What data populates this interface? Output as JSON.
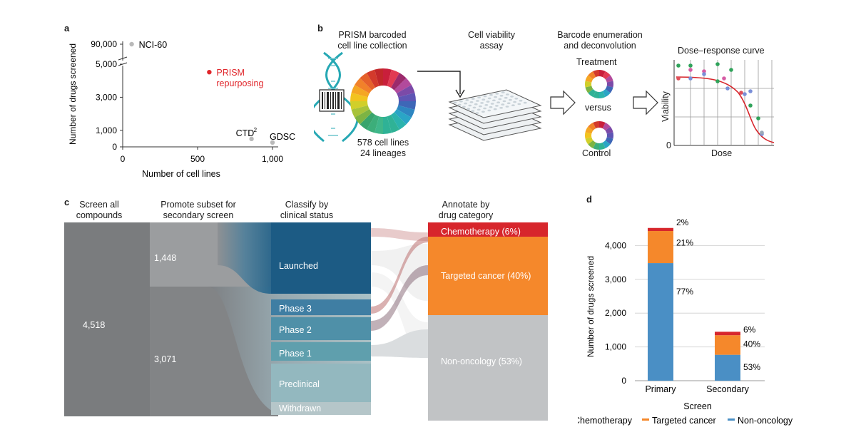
{
  "panel_a": {
    "letter": "a",
    "chart_data": {
      "type": "scatter",
      "xlabel": "Number of cell lines",
      "ylabel": "Number of drugs screened",
      "xticks": [
        "0",
        "500",
        "1,000"
      ],
      "yticks": [
        "0",
        "1,000",
        "3,000",
        "5,000",
        "90,000"
      ],
      "axis_break": "between 5,000 and 90,000",
      "points": [
        {
          "label": "NCI-60",
          "x": 60,
          "y": 90000,
          "color": "#b9b9b9"
        },
        {
          "label": "PRISM",
          "label2": "repurposing",
          "x": 578,
          "y": 4518,
          "color": "#e0262b"
        },
        {
          "label": "CTD",
          "sup": "2",
          "x": 860,
          "y": 481,
          "color": "#b9b9b9"
        },
        {
          "label": "GDSC",
          "x": 1000,
          "y": 265,
          "color": "#b9b9b9"
        }
      ]
    }
  },
  "panel_b": {
    "letter": "b",
    "step1_line1": "PRISM barcoded",
    "step1_line2": "cell line collection",
    "count_line1": "578 cell lines",
    "count_line2": "24 lineages",
    "step2_line1": "Cell viability",
    "step2_line2": "assay",
    "step3_line1": "Barcode enumeration",
    "step3_line2": "and deconvolution",
    "treatment": "Treatment",
    "versus": "versus",
    "control": "Control",
    "curve_title": "Dose–response curve",
    "curve_xlabel": "Dose",
    "curve_ylabel": "Viability",
    "curve_zero": "0"
  },
  "panel_c": {
    "letter": "c",
    "col1_line1": "Screen all",
    "col1_line2": "compounds",
    "col2_line1": "Promote subset for",
    "col2_line2": "secondary screen",
    "col3_line1": "Classify by",
    "col3_line2": "clinical status",
    "col4_line1": "Annotate by",
    "col4_line2": "drug category",
    "total": "4,518",
    "promoted": "1,448",
    "not_promoted": "3,071",
    "statuses": [
      "Launched",
      "Phase 3",
      "Phase 2",
      "Phase 1",
      "Preclinical",
      "Withdrawn"
    ],
    "categories": [
      "Chemotherapy (6%)",
      "Targeted cancer (40%)",
      "Non-oncology (53%)"
    ],
    "colors": {
      "chemo": "#d7262c",
      "targeted": "#f5882b",
      "nononc": "#c1c3c5"
    }
  },
  "panel_d": {
    "letter": "d",
    "chart_data": {
      "type": "bar",
      "stacked": true,
      "title": "",
      "xlabel": "Screen",
      "ylabel": "Number of drugs screened",
      "categories": [
        "Primary",
        "Secondary"
      ],
      "ylim": [
        0,
        5000
      ],
      "yticks": [
        "0",
        "1,000",
        "2,000",
        "3,000",
        "4,000"
      ],
      "series": [
        {
          "name": "Non-oncology",
          "color": "#4a8fc5",
          "values": [
            3480,
            767
          ],
          "labels": [
            "77%",
            "53%"
          ]
        },
        {
          "name": "Targeted cancer",
          "color": "#f5882b",
          "values": [
            950,
            579
          ],
          "labels": [
            "21%",
            "40%"
          ]
        },
        {
          "name": "Chemotherapy",
          "color": "#d7262c",
          "values": [
            90,
            102
          ],
          "labels": [
            "2%",
            "6%"
          ]
        }
      ],
      "legend": [
        "Chemotherapy",
        "Targeted cancer",
        "Non-oncology"
      ],
      "legend_position": "bottom"
    }
  }
}
